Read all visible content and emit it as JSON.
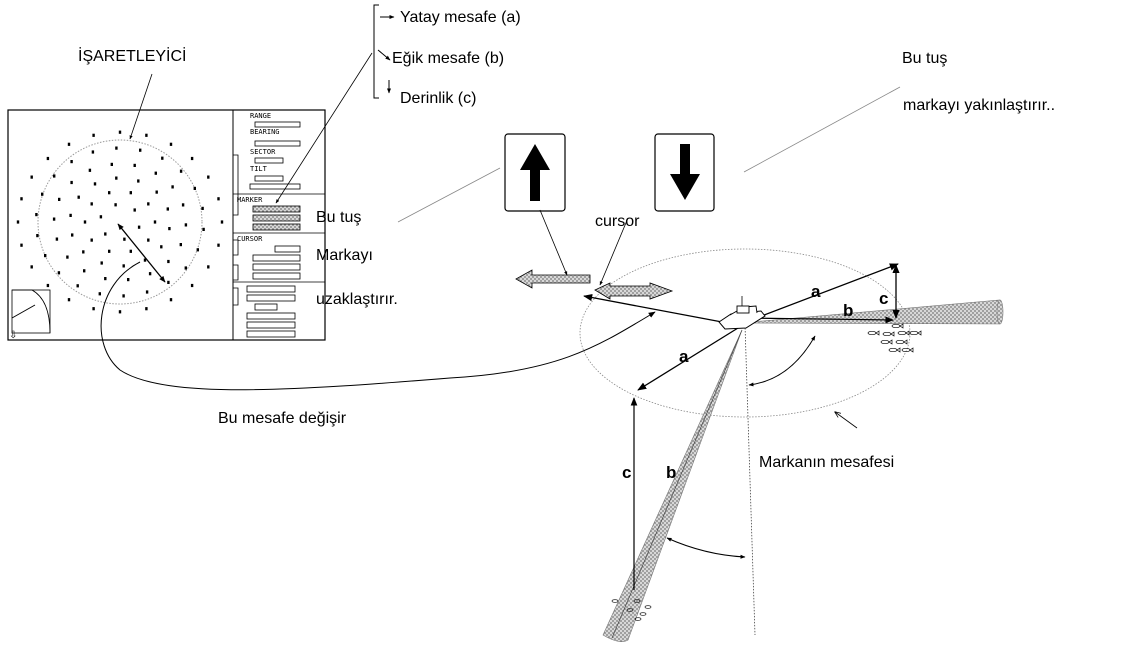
{
  "labels": {
    "marker_title": "İŞARETLEYİCİ",
    "legend_horizontal": "Yatay mesafe (a)",
    "legend_slant": "Eğik mesafe (b)",
    "legend_depth": "Derinlik (c)",
    "up_key_line1": "Bu tuş",
    "up_key_line2": "Markayı",
    "up_key_line3": "uzaklaştırır.",
    "down_key_line1": "Bu tuş",
    "down_key_line2": "markayı yakınlaştırır..",
    "cursor": "cursor",
    "distance_changes": "Bu mesafe değişir",
    "marker_distance": "Markanın mesafesi"
  },
  "screen_menu": {
    "range": "RANGE",
    "bearing": "BEARING",
    "sector": "SECTOR",
    "tilt": "TILT",
    "marker": "MARKER",
    "cursor": "CURSOR",
    "corner_icon": "⇩"
  },
  "diagram_letters": {
    "a": "a",
    "b": "b",
    "c": "c"
  },
  "icons": {
    "up_key": "up-arrow-key-icon",
    "down_key": "down-arrow-key-icon",
    "boat": "boat-icon",
    "fish": "fish-school-icon"
  }
}
